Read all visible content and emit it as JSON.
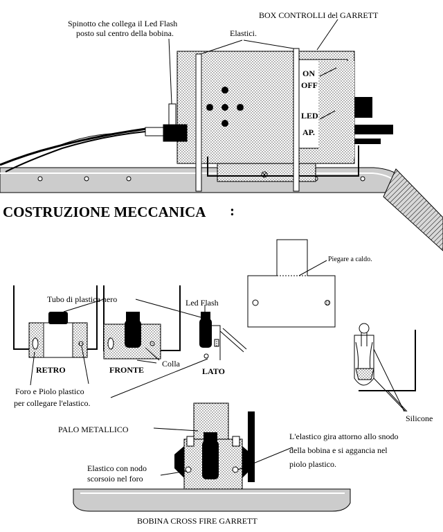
{
  "labels": {
    "spinotto_line1": "Spinotto che collega il Led Flash",
    "spinotto_line2": "posto sul centro della bobina.",
    "box_controlli": "BOX  CONTROLLI  del  GARRETT",
    "elastici": "Elastici.",
    "on": "ON",
    "off": "OFF",
    "led": "LED",
    "ap": "AP.",
    "title": "COSTRUZIONE MECCANICA",
    "title_colon": ":",
    "piegare": "Piegare a caldo.",
    "tubo": "Tubo di plastica nero",
    "led_flash": "Led Flash",
    "retro": "RETRO",
    "fronte": "FRONTE",
    "colla": "Colla",
    "lato": "LATO",
    "foro_line1": "Foro  e   Piolo plastico",
    "foro_line2": "per collegare l'elastico.",
    "silicone": "Silicone",
    "palo": "PALO METALLICO",
    "elastico_gira_line1": "L'elastico gira attorno allo snodo",
    "elastico_gira_line2": "della bobina e si aggancia nel",
    "elastico_gira_line3": "piolo plastico.",
    "elastico_nodo_line1": "Elastico con nodo",
    "elastico_nodo_line2": "scorsoio nel foro",
    "bobina": "BOBINA CROSS FIRE GARRETT"
  }
}
